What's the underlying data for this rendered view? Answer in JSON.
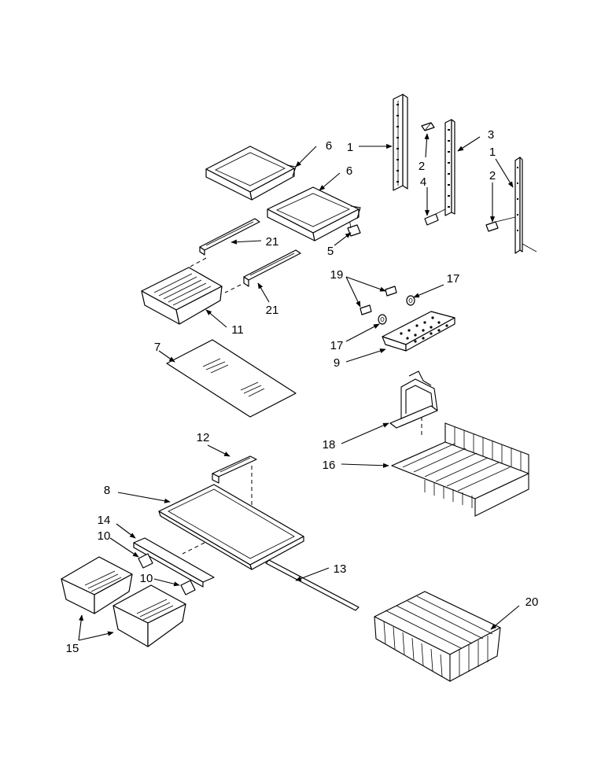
{
  "callouts": {
    "c1a": "1",
    "c1b": "1",
    "c2a": "2",
    "c2b": "2",
    "c3": "3",
    "c4": "4",
    "c5": "5",
    "c6a": "6",
    "c6b": "6",
    "c7": "7",
    "c8": "8",
    "c9": "9",
    "c10a": "10",
    "c10b": "10",
    "c11": "11",
    "c12": "12",
    "c13": "13",
    "c14": "14",
    "c15": "15",
    "c16": "16",
    "c17a": "17",
    "c17b": "17",
    "c18": "18",
    "c19": "19",
    "c20": "20",
    "c21a": "21",
    "c21b": "21"
  }
}
